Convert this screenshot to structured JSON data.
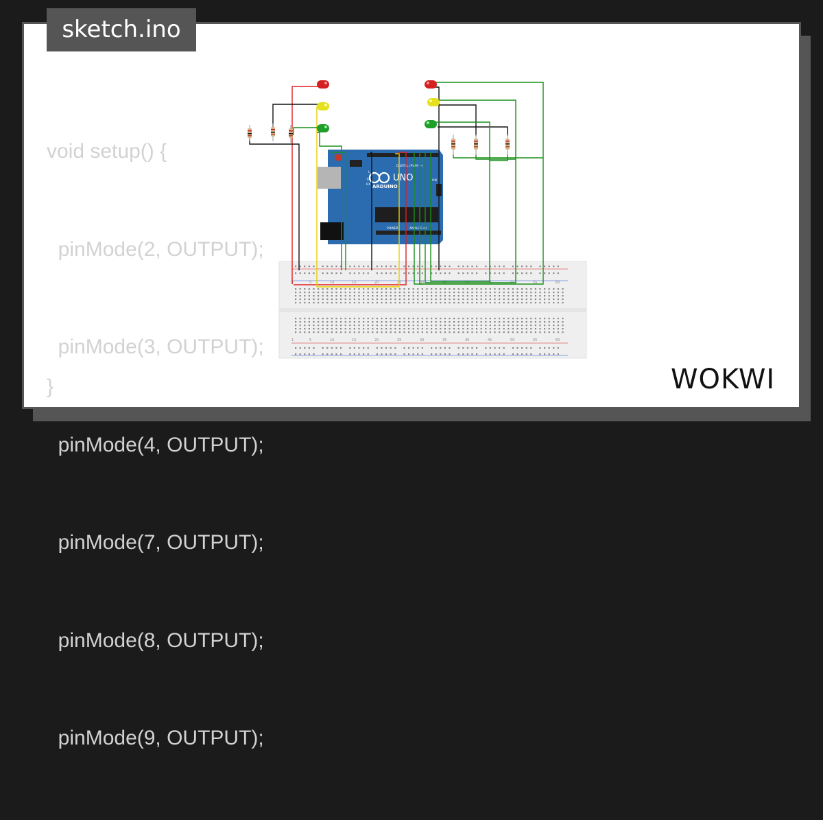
{
  "file_tab": {
    "title": "sketch.ino"
  },
  "code": {
    "lines": [
      "void setup() {",
      "  pinMode(2, OUTPUT);",
      "  pinMode(3, OUTPUT);",
      "  pinMode(4, OUTPUT);",
      "  pinMode(7, OUTPUT);",
      "  pinMode(8, OUTPUT);",
      "  pinMode(9, OUTPUT);"
    ],
    "closing": "}"
  },
  "arduino": {
    "brand": "ARDUINO",
    "model": "UNO",
    "digital_label": "DIGITAL (PWM ~)",
    "analog_label": "ANALOG IN",
    "power_label": "POWER",
    "on_label": "ON",
    "tx_label": "TX",
    "rx_label": "RX",
    "l_label": "L"
  },
  "breadboard": {
    "column_numbers": [
      "1",
      "5",
      "10",
      "15",
      "20",
      "25",
      "30",
      "35",
      "40",
      "45",
      "50",
      "55",
      "60"
    ]
  },
  "brand": {
    "logo_text": "WOKWI"
  },
  "colors": {
    "background": "#1b1b1b",
    "card": "#ffffff",
    "frame": "#555555",
    "code_text": "#d2d2d2",
    "arduino_board": "#2b6cb0",
    "wire_red": "#e02020",
    "wire_yellow": "#e8d000",
    "wire_green": "#1a8f1a",
    "wire_black": "#111111",
    "breadboard": "#efefef"
  }
}
